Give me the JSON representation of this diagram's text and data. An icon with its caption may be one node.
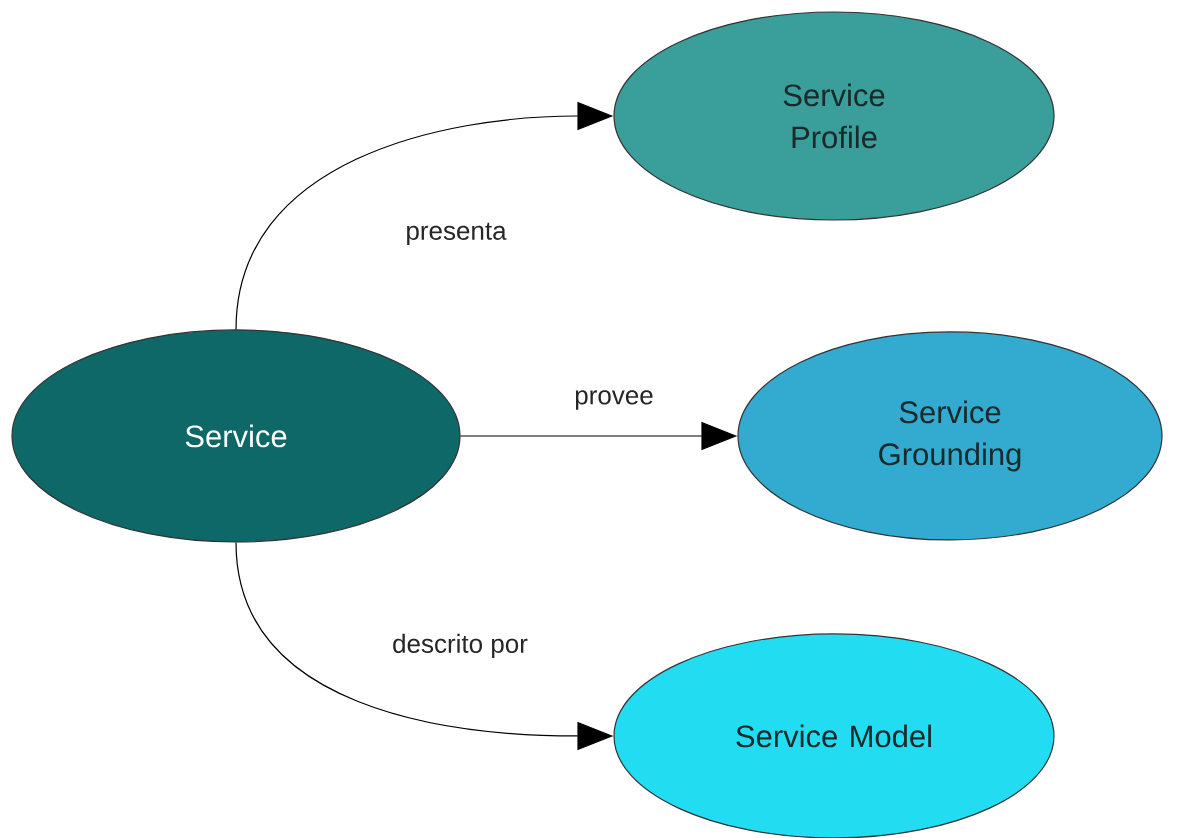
{
  "diagram": {
    "nodes": [
      {
        "text": [
          "Service"
        ]
      },
      {
        "text": [
          "Service Profile"
        ]
      },
      {
        "text": [
          "Service Grounding"
        ]
      },
      {
        "text": [
          "Service Model"
        ]
      }
    ],
    "edges": [
      {
        "from": 0,
        "to": 1,
        "arrow": "to",
        "label": "presenta"
      },
      {
        "from": 0,
        "to": 2,
        "arrow": "to",
        "label": "provee"
      },
      {
        "from": 0,
        "to": 3,
        "arrow": "to",
        "label": "descrito por"
      }
    ]
  }
}
